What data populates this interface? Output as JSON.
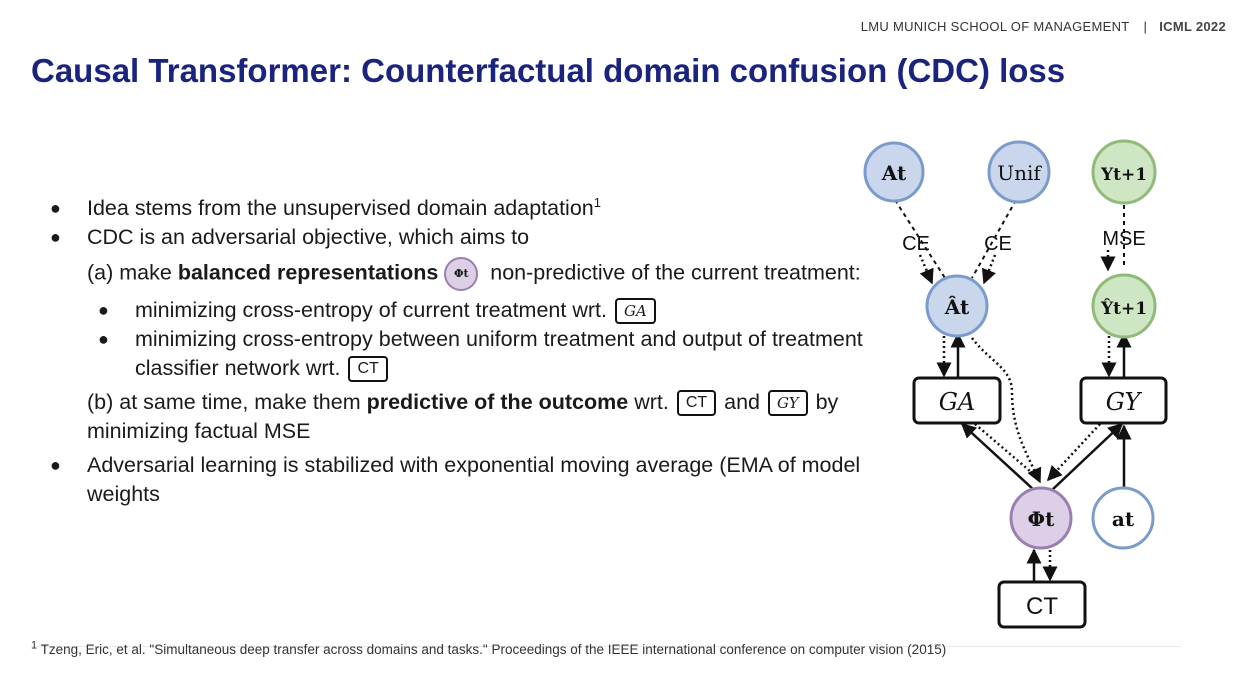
{
  "header": {
    "school": "LMU MUNICH SCHOOL OF MANAGEMENT",
    "separator": "|",
    "conference": "ICML 2022"
  },
  "title": "Causal Transformer: Counterfactual domain confusion (CDC) loss",
  "bullets": {
    "b1": "Idea stems from the unsupervised domain adaptation",
    "b1_sup": "1",
    "b2": "CDC is an adversarial objective, which aims to",
    "a_pre": "(a) make ",
    "a_bold": "balanced representations",
    "a_phi": "Φt",
    "a_post": " non-predictive of the current treatment:",
    "a1": "minimizing cross-entropy of current treatment wrt.",
    "a1_tag": "GA",
    "a2": "minimizing cross-entropy between uniform treatment and output of treatment classifier network wrt.",
    "a2_tag": "CT",
    "b_pre": "(b) at same time, make them ",
    "b_bold": "predictive of the outcome",
    "b_mid": " wrt.",
    "b_tag1": "CT",
    "b_and": " and",
    "b_tag2": "GY",
    "b_post": " by minimizing factual MSE",
    "b3": "Adversarial learning is stabilized with exponential moving average (EMA of model weights"
  },
  "diagram": {
    "nodes": {
      "A_t": "At",
      "unif": "Unif",
      "Y_t1": "Yt+1",
      "A_hat": "Ât",
      "Y_hat": "Ŷt+1",
      "G_A": "GA",
      "G_Y": "GY",
      "phi": "Φt",
      "a_t": "at",
      "CT": "CT"
    },
    "edge_labels": {
      "ce1": "CE",
      "ce2": "CE",
      "mse": "MSE"
    },
    "colors": {
      "blue_fill": "#c9d6ec",
      "blue_stroke": "#7b9bcb",
      "green_fill": "#cfe6c4",
      "green_stroke": "#8fba79",
      "purple_fill": "#ddd0e6",
      "purple_stroke": "#9a7fb0"
    }
  },
  "footnote": {
    "num": "1",
    "text": "Tzeng, Eric, et al. \"Simultaneous deep transfer across domains and tasks.\" Proceedings of the IEEE international conference on computer vision (2015)"
  }
}
